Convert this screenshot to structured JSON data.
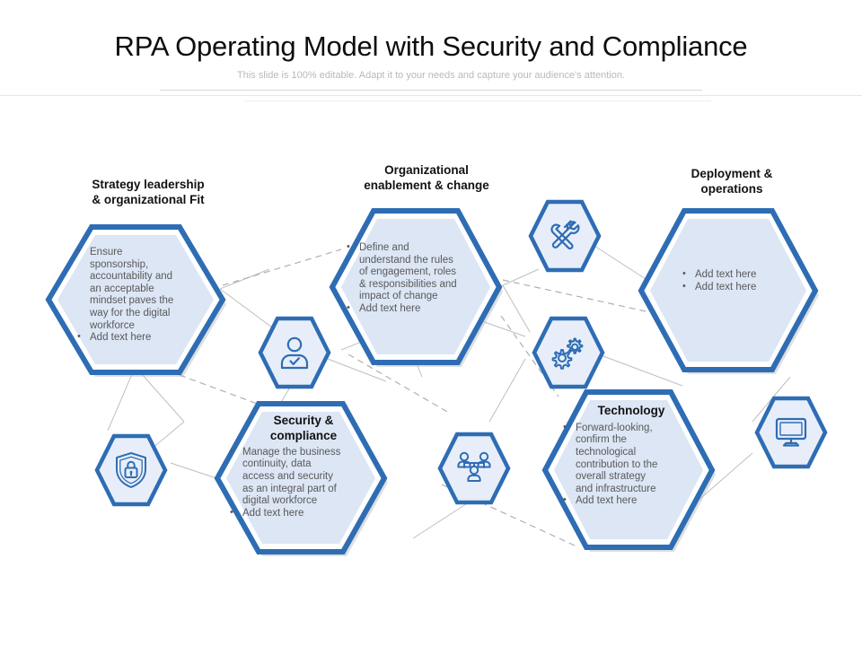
{
  "header": {
    "title": "RPA Operating Model with Security and Compliance",
    "subtitle": "This slide is 100% editable. Adapt it to your needs and capture your audience's attention."
  },
  "theme": {
    "hex_border": "#2E6DB4",
    "hex_fill": "#DCE6F4",
    "hex_fill_light": "#E8EEF9",
    "connector_solid": "#BFBFBF",
    "connector_dashed": "#B0B0B0",
    "title_color": "#0D0D0D",
    "subtitle_color": "#B9B9B9",
    "body_text": "#59595B"
  },
  "nodes": [
    {
      "id": "strategy-leadership",
      "heading": "Strategy leadership\n& organizational Fit",
      "heading_lines": [
        "Strategy leadership",
        "& organizational Fit"
      ],
      "heading_position": "outside-top",
      "bullets": [
        "Ensure sponsorship, accountability and an acceptable mindset paves the way for the digital workforce",
        "Add text here"
      ],
      "bullet_lines": [
        [
          "Ensure",
          "sponsorship,",
          "accountability and",
          "an acceptable",
          "mindset paves the",
          "way for the digital",
          "workforce"
        ],
        [
          "Add text here"
        ]
      ]
    },
    {
      "id": "organizational-enablement",
      "heading": "Organizational\nenablement & change",
      "heading_lines": [
        "Organizational",
        "enablement & change"
      ],
      "heading_position": "outside-top",
      "bullets": [
        "Define and understand the rules of engagement, roles & responsibilities and impact of change",
        "Add text here"
      ],
      "bullet_lines": [
        [
          "Define and",
          "understand the rules",
          "of engagement, roles",
          "& responsibilities and",
          "impact of change"
        ],
        [
          "Add text here"
        ]
      ]
    },
    {
      "id": "deployment-operations",
      "heading": "Deployment &\noperations",
      "heading_lines": [
        "Deployment &",
        "operations"
      ],
      "heading_position": "outside-top",
      "bullets": [
        "Add text here",
        "Add text here"
      ],
      "bullet_lines": [
        [
          "Add text here"
        ],
        [
          "Add text here"
        ]
      ]
    },
    {
      "id": "security-compliance",
      "heading": "Security &\ncompliance",
      "heading_lines": [
        "Security &",
        "compliance"
      ],
      "heading_position": "inside",
      "bullets": [
        "Manage the business continuity, data access and security as an integral part of digital workforce",
        "Add text here"
      ],
      "bullet_lines": [
        [
          "Manage the business",
          "continuity, data",
          "access and security",
          "as an integral part of",
          "digital workforce"
        ],
        [
          "Add text here"
        ]
      ]
    },
    {
      "id": "technology",
      "heading": "Technology",
      "heading_lines": [
        "Technology"
      ],
      "heading_position": "inside",
      "bullets": [
        "Forward-looking, confirm the technological contribution to the overall strategy and infrastructure",
        "Add text here"
      ],
      "bullet_lines": [
        [
          "Forward-looking,",
          "confirm the",
          "technological",
          "contribution to the",
          "overall strategy",
          "and infrastructure"
        ],
        [
          "Add text here"
        ]
      ]
    }
  ],
  "icons": [
    {
      "id": "tools",
      "name": "tools-icon",
      "label": "wrench and hammer"
    },
    {
      "id": "person-check",
      "name": "person-check-icon",
      "label": "person with check"
    },
    {
      "id": "gears",
      "name": "gears-icon",
      "label": "two gears"
    },
    {
      "id": "shield-lock",
      "name": "shield-lock-icon",
      "label": "shield with padlock"
    },
    {
      "id": "team",
      "name": "team-icon",
      "label": "group of three people"
    },
    {
      "id": "monitor",
      "name": "monitor-icon",
      "label": "desktop monitor"
    }
  ]
}
